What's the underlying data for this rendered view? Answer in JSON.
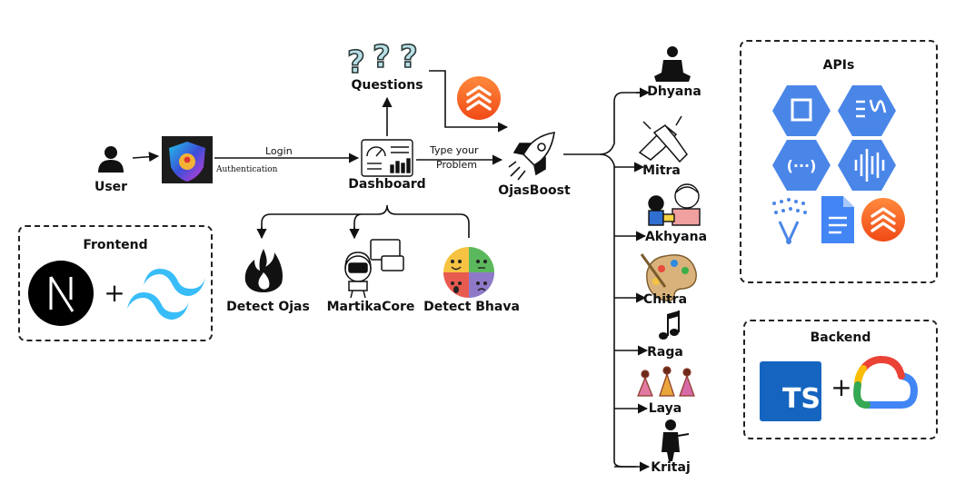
{
  "nodes": {
    "user": "User",
    "dashboard": "Dashboard",
    "questions": "Questions",
    "ojasboost": "OjasBoost",
    "detect_ojas": "Detect Ojas",
    "martikacore": "MartikaCore",
    "detect_bhava": "Detect Bhava"
  },
  "edges": {
    "login": "Login",
    "authentication": "Authentication",
    "type_problem_line1": "Type your",
    "type_problem_line2": "Problem"
  },
  "modules": [
    "Dhyana",
    "Mitra",
    "Akhyana",
    "Chitra",
    "Raga",
    "Laya",
    "Kritaj"
  ],
  "frontend": {
    "title": "Frontend",
    "logo_letter": "N",
    "plus": "+"
  },
  "apis": {
    "title": "APIs"
  },
  "backend": {
    "title": "Backend",
    "ts_text": "TS",
    "plus": "+"
  },
  "colors": {
    "arrow": "#111111",
    "gcp_blue": "#4A86E8",
    "gcp_blue_dark": "#3367D6",
    "doc_blue": "#4285F4",
    "brand_orange": "#F5511E",
    "ts_blue": "#1565C0",
    "tailwind_cyan": "#38BDF8"
  },
  "icons": [
    "person-icon",
    "shield-icon",
    "question-marks-icon",
    "dashboard-icon",
    "rocket-icon",
    "fire-icon",
    "robot-icon",
    "emotion-faces-icon",
    "meditation-icon",
    "handshake-icon",
    "storytelling-icon",
    "palette-icon",
    "music-note-icon",
    "dancers-icon",
    "thank-you-icon",
    "nextjs-logo-icon",
    "tailwind-logo-icon",
    "typescript-logo-icon",
    "google-cloud-logo-icon",
    "gcp-api-icon",
    "document-icon",
    "flame-brand-icon"
  ]
}
